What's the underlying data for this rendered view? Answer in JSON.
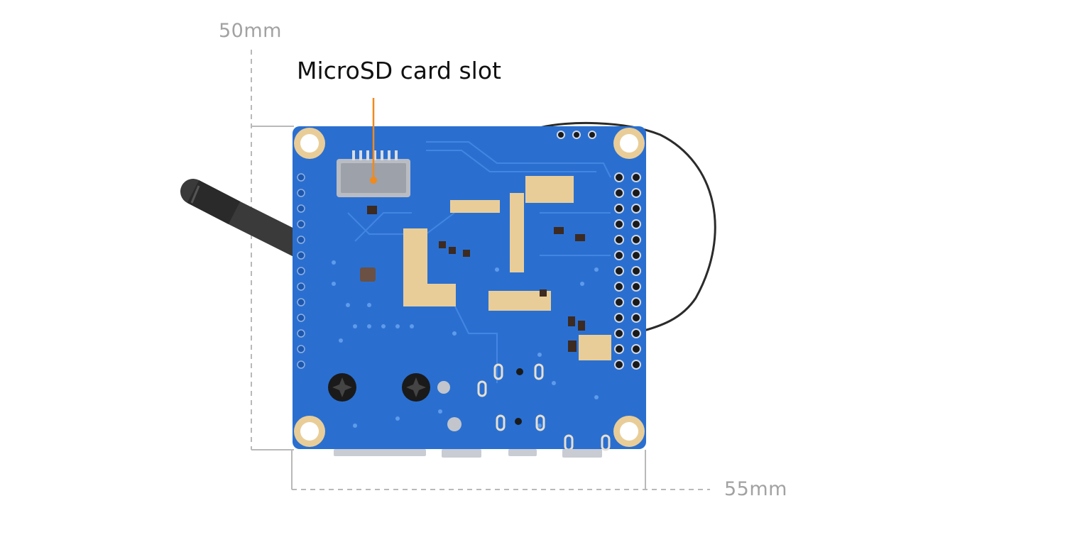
{
  "dimensions": {
    "height": "50mm",
    "width": "55mm"
  },
  "callout": {
    "label": "MicroSD card slot"
  },
  "colors": {
    "board": "#2a6fd0",
    "board_dark": "#1d57ad",
    "gold_pad": "#e9cd98",
    "dimension_line": "#b9b9b9",
    "dimension_text": "#a2a2a2",
    "callout_line": "#f08a1c",
    "antenna_wire": "#2b2b2b",
    "cable": "#3a3a3a"
  }
}
